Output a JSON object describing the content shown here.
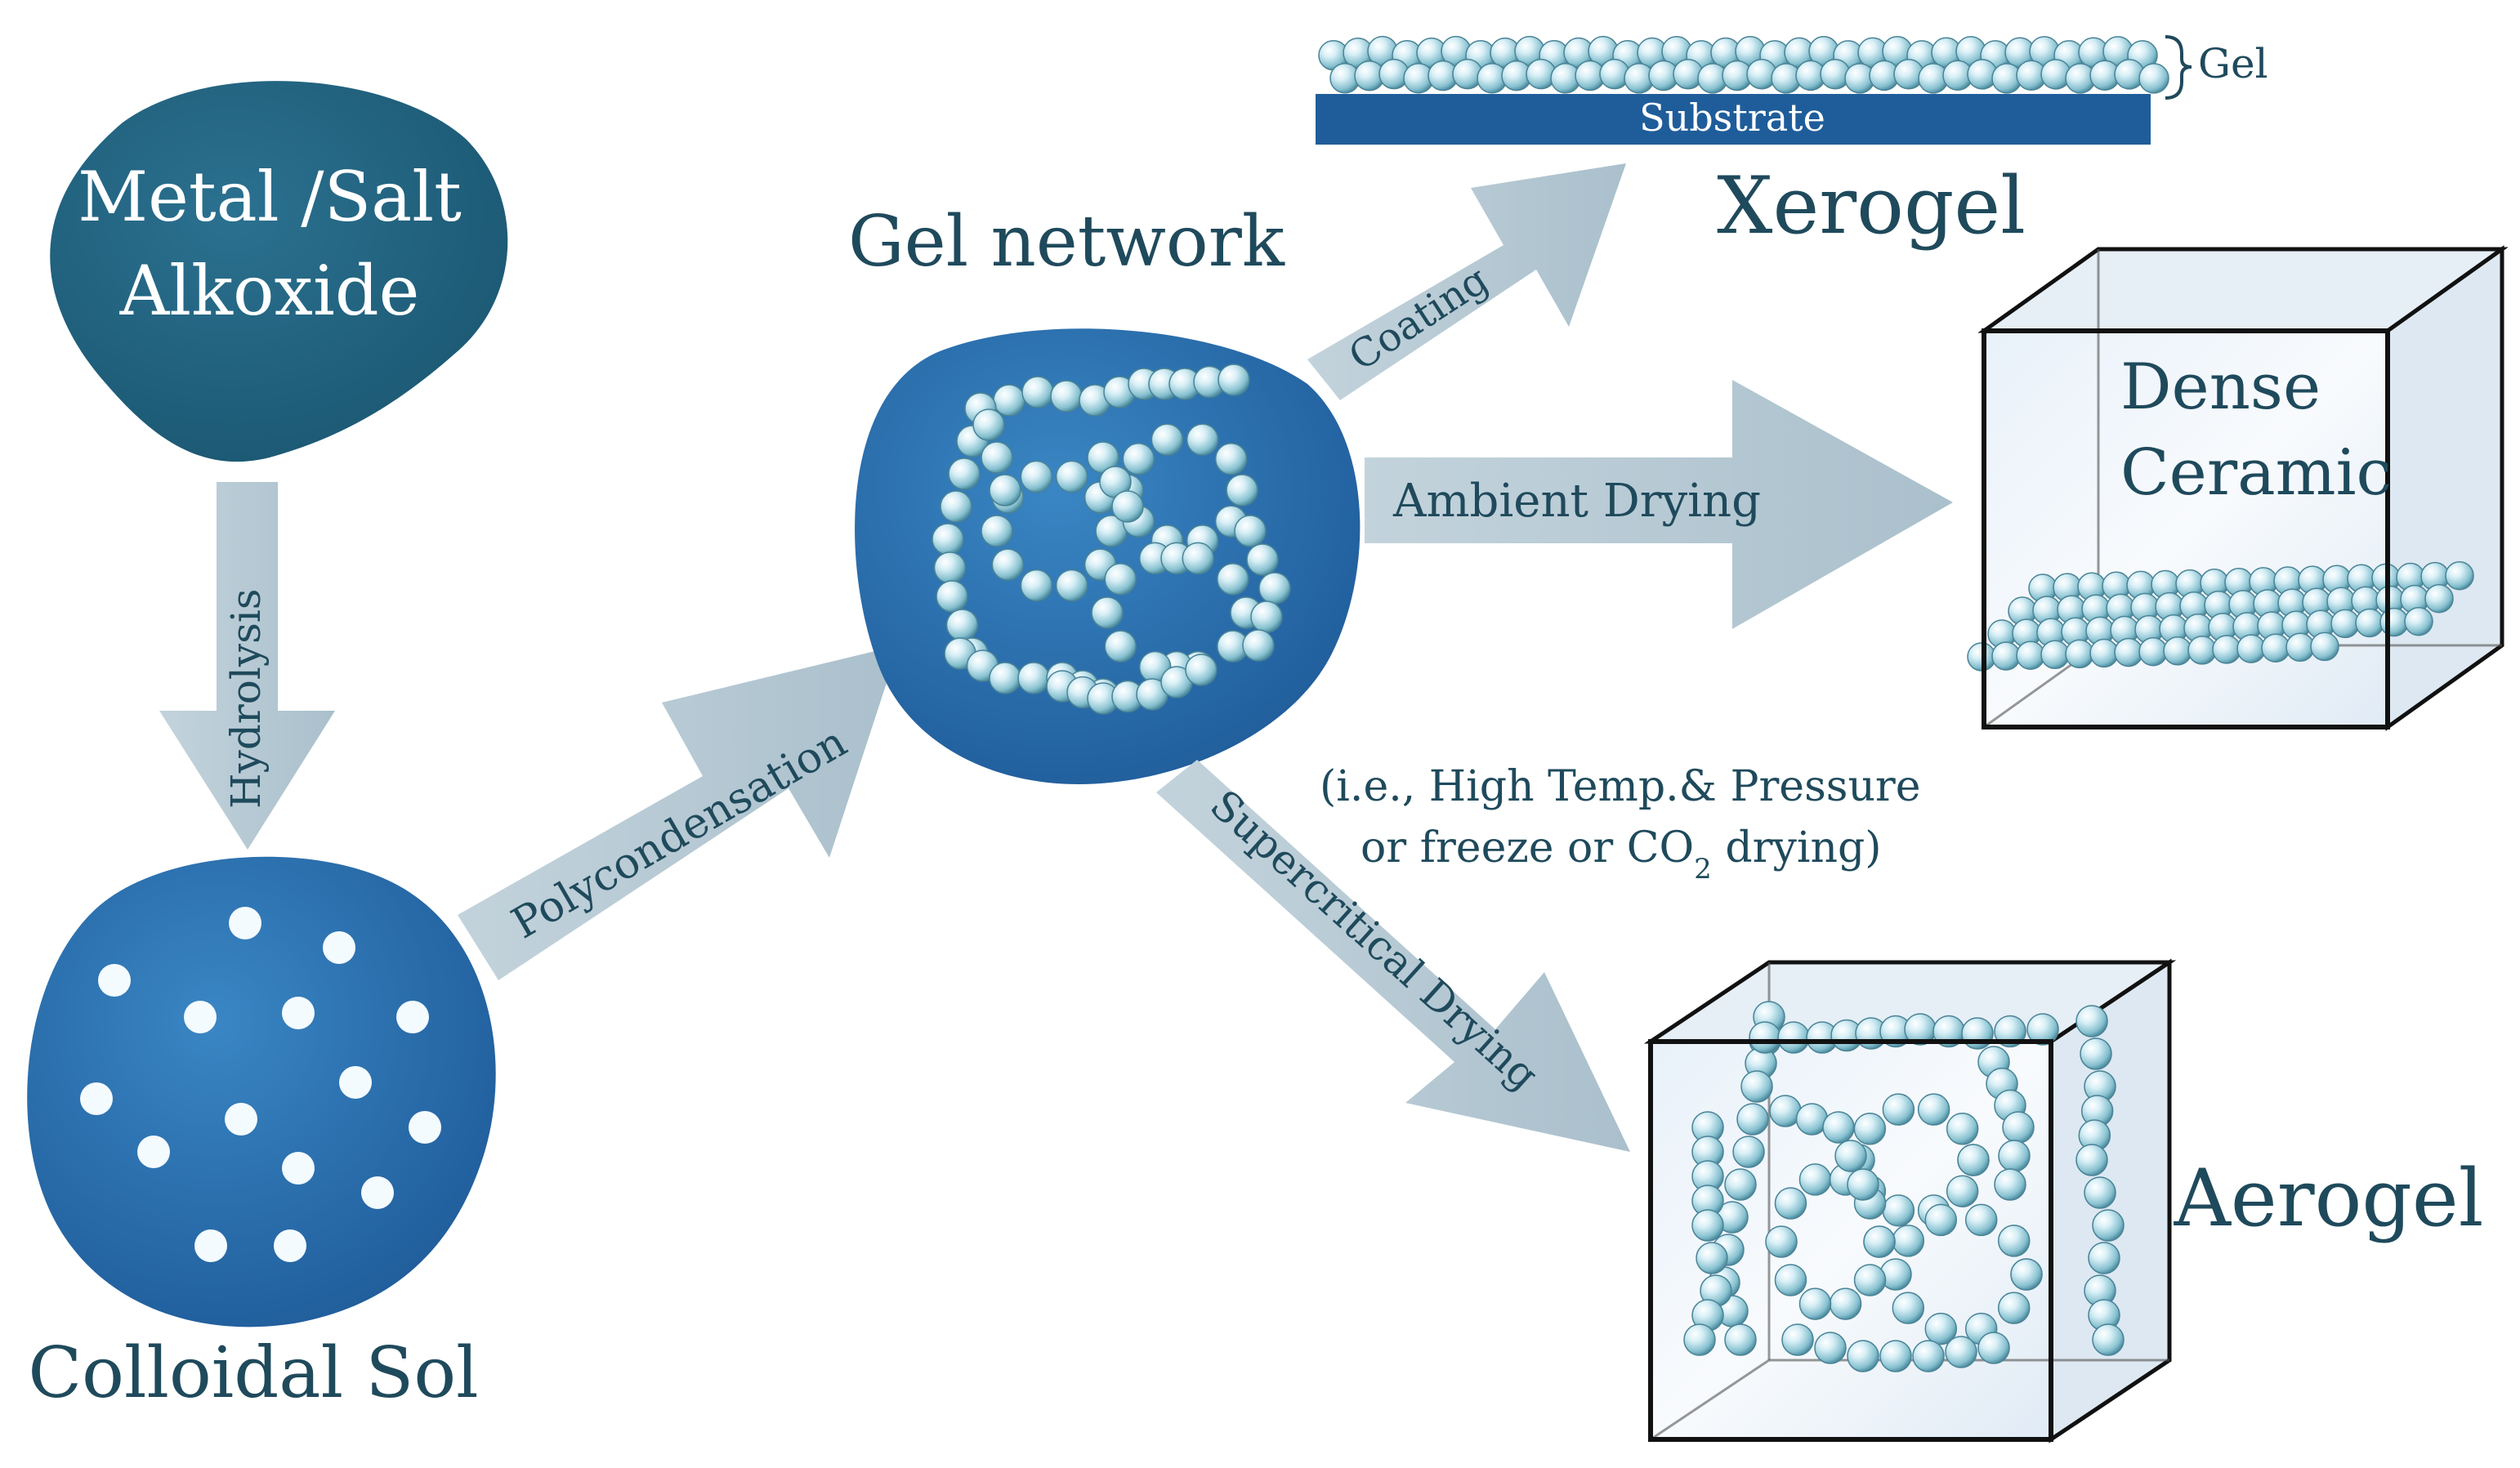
{
  "nodes": {
    "precursor_line1": "Metal /Salt",
    "precursor_line2": "Alkoxide",
    "colloidal_sol": "Colloidal Sol",
    "gel_network": "Gel network",
    "xerogel": "Xerogel",
    "gel": "Gel",
    "substrate": "Substrate",
    "dense_line1": "Dense",
    "dense_line2": "Ceramic",
    "aerogel": "Aerogel"
  },
  "arrows": {
    "hydrolysis": "Hydrolysis",
    "polycondensation": "Polycondensation",
    "coating": "Coating",
    "ambient_drying": "Ambient Drying",
    "supercritical_drying": "Supercritical Drying"
  },
  "note": {
    "line1": "(i.e., High Temp.& Pressure",
    "line2_a": "or freeze or CO",
    "line2_sub": "2",
    "line2_b": " drying)"
  },
  "colors": {
    "dark_teal": "#1f5f78",
    "blob_blue": "#2c6fb0",
    "arrow_fill": "#b9cbd5",
    "label_color": "#1f4a5c",
    "substrate_blue": "#1f5d9a",
    "sphere_highlight": "#f2fbff",
    "sphere_shade": "#6fb5c6"
  },
  "icons": [
    "sphere-particle",
    "glass-cube"
  ]
}
